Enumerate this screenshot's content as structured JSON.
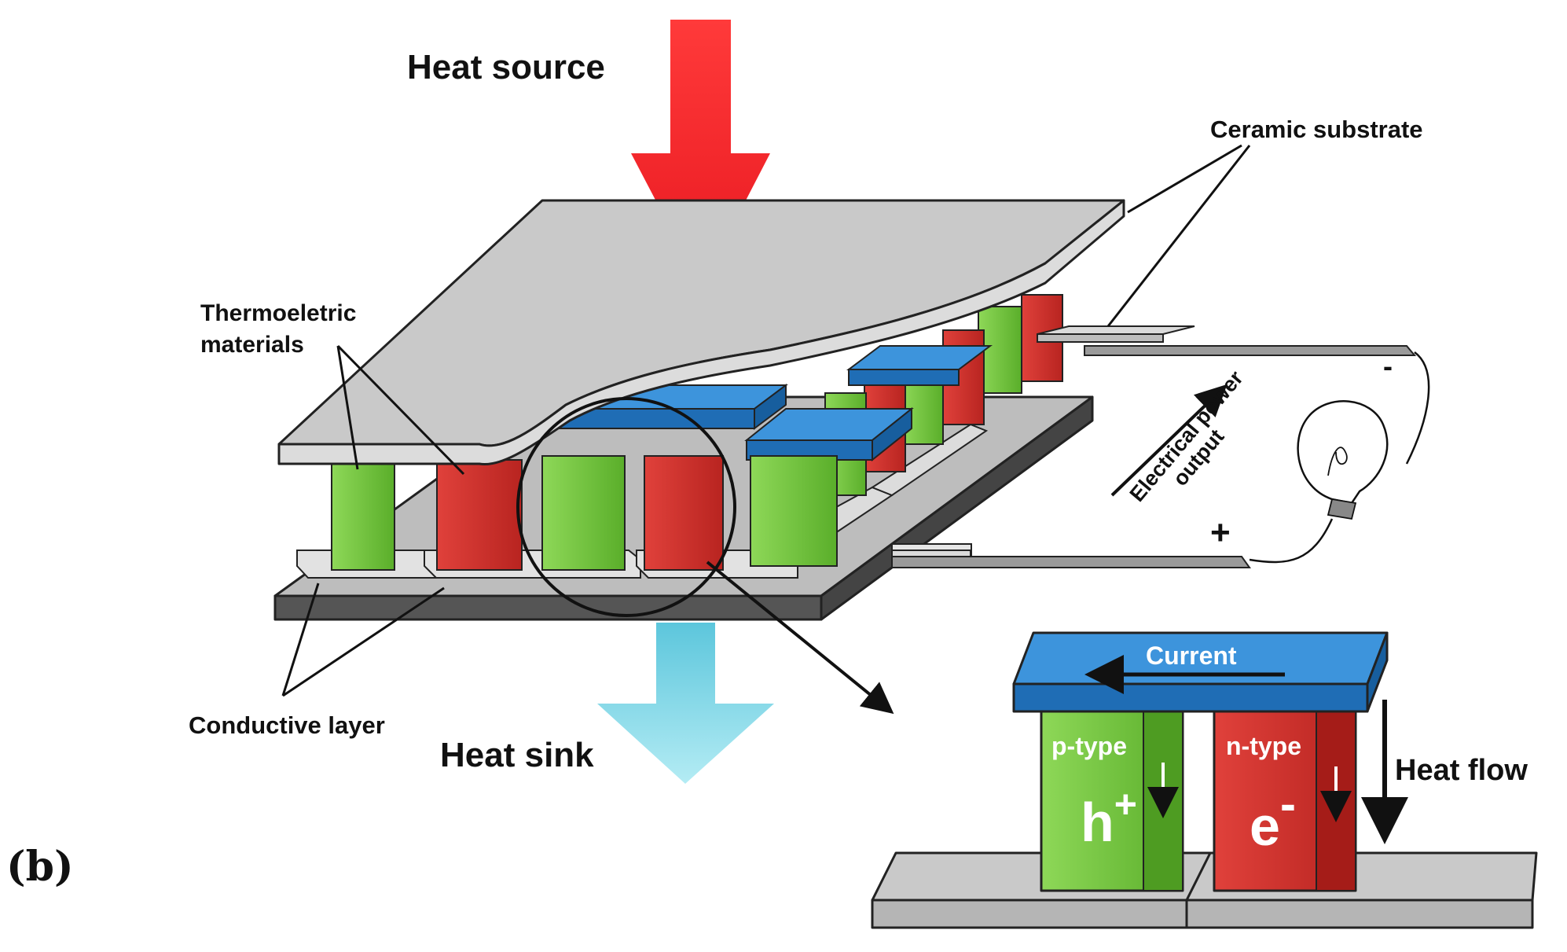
{
  "panel_label": "(b)",
  "labels": {
    "heat_source": "Heat source",
    "heat_sink": "Heat sink",
    "ceramic_substrate": "Ceramic substrate",
    "thermoelectric_line1": "Thermoeletric",
    "thermoelectric_line2": "materials",
    "conductive_layer": "Conductive layer",
    "electrical_line1": "Electrical power",
    "electrical_line2": "output",
    "minus": "-",
    "plus": "+",
    "current": "Current",
    "p_type": "p-type",
    "n_type": "n-type",
    "hole": "h",
    "hole_sup": "+",
    "electron": "e",
    "electron_sup": "-",
    "heat_flow": "Heat flow"
  },
  "colors": {
    "hot_arrow": "#f0242a",
    "cold_arrow": "#7fd6e6",
    "p_leg": "#6fc43a",
    "n_leg": "#d6302c",
    "conductor_top": "#2f86cf",
    "plate": "#c8c8c8",
    "conductive_pad": "#dedede"
  }
}
